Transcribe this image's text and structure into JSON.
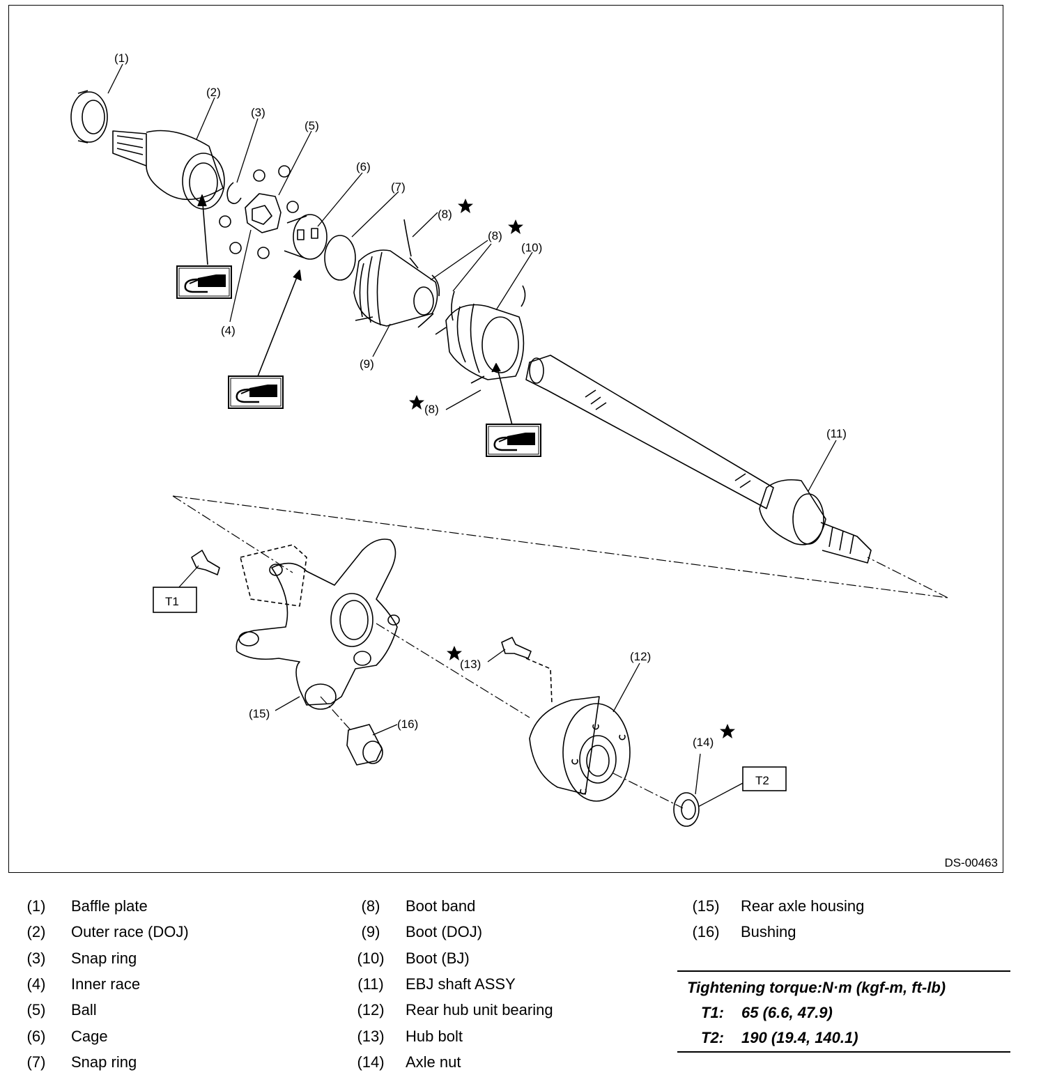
{
  "figure": {
    "code": "DS-00463"
  },
  "callouts": {
    "c1": "(1)",
    "c2": "(2)",
    "c3": "(3)",
    "c4": "(4)",
    "c5": "(5)",
    "c6": "(6)",
    "c7": "(7)",
    "c8a": "(8)",
    "c8b": "(8)",
    "c8c": "(8)",
    "c9": "(9)",
    "c10": "(10)",
    "c11": "(11)",
    "c12": "(12)",
    "c13": "(13)",
    "c14": "(14)",
    "c15": "(15)",
    "c16": "(16)",
    "t1": "T1",
    "t2": "T2"
  },
  "legend": [
    {
      "num": "(1)",
      "text": "Baffle plate"
    },
    {
      "num": "(2)",
      "text": "Outer race (DOJ)"
    },
    {
      "num": "(3)",
      "text": "Snap ring"
    },
    {
      "num": "(4)",
      "text": "Inner race"
    },
    {
      "num": "(5)",
      "text": "Ball"
    },
    {
      "num": "(6)",
      "text": "Cage"
    },
    {
      "num": "(7)",
      "text": "Snap ring"
    },
    {
      "num": "(8)",
      "text": "Boot band"
    },
    {
      "num": "(9)",
      "text": "Boot (DOJ)"
    },
    {
      "num": "(10)",
      "text": "Boot (BJ)"
    },
    {
      "num": "(11)",
      "text": "EBJ shaft ASSY"
    },
    {
      "num": "(12)",
      "text": "Rear hub unit bearing"
    },
    {
      "num": "(13)",
      "text": "Hub bolt"
    },
    {
      "num": "(14)",
      "text": "Axle nut"
    },
    {
      "num": "(15)",
      "text": "Rear axle housing"
    },
    {
      "num": "(16)",
      "text": "Bushing"
    }
  ],
  "torque": {
    "title": "Tightening torque:N·m (kgf-m, ft-lb)",
    "rows": [
      {
        "key": "T1:",
        "value": "65 (6.6, 47.9)"
      },
      {
        "key": "T2:",
        "value": "190 (19.4, 140.1)"
      }
    ]
  },
  "icons": {
    "grease_symbol": "grease-gun-icon",
    "replace_symbol": "star-icon"
  }
}
